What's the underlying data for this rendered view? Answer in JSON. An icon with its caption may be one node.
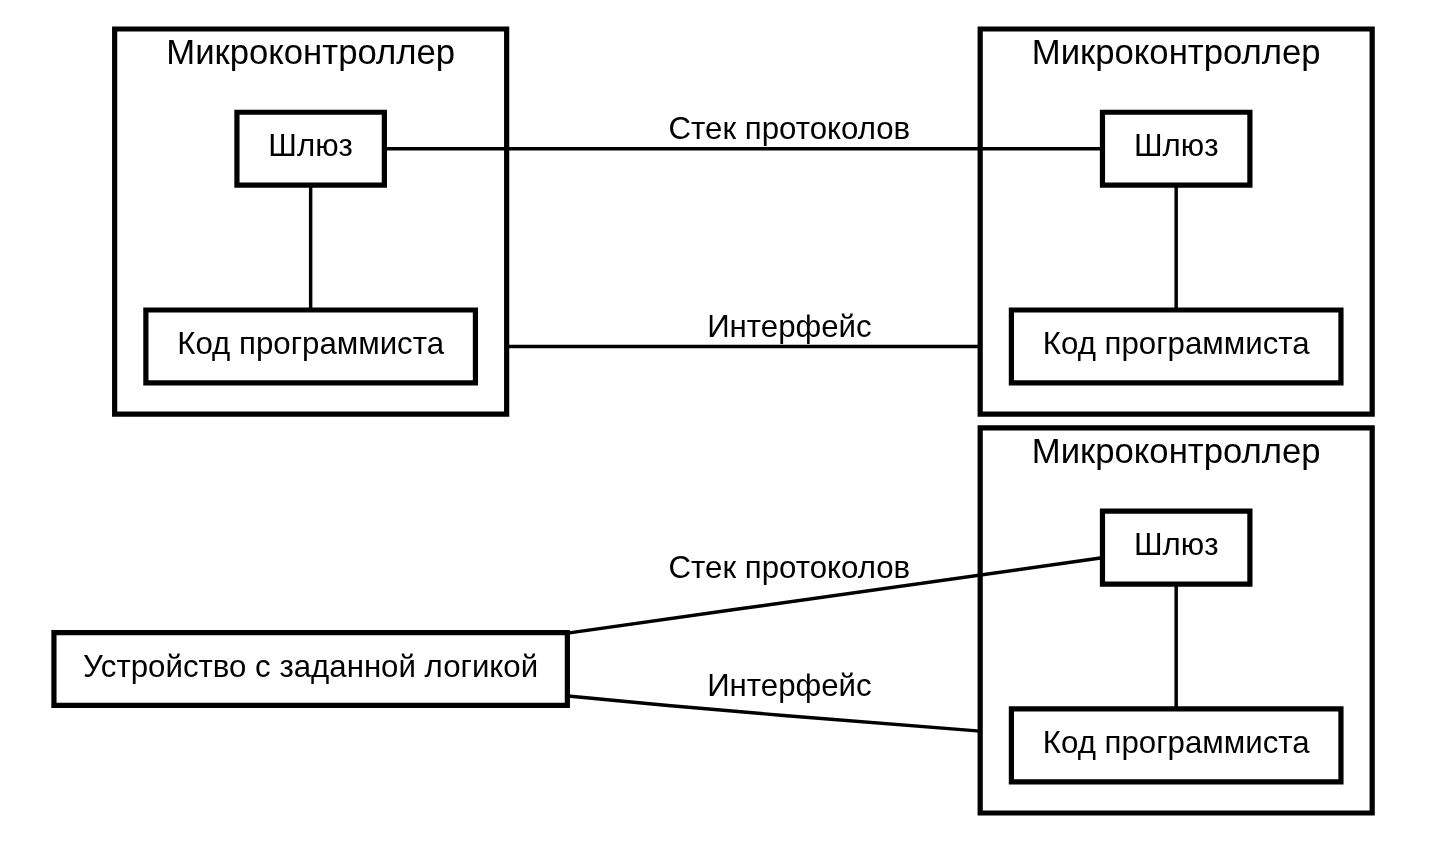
{
  "diagram": {
    "nodes": [
      {
        "text": [
          "Устройство с заданной логикой"
        ]
      },
      {
        "text": [
          "Микроконтроллер"
        ]
      },
      {
        "text": [
          "Шлюз"
        ],
        "in": 1
      },
      {
        "text": [
          "Код программиста"
        ],
        "in": 1
      },
      {
        "text": [
          "Микроконтроллер"
        ]
      },
      {
        "text": [
          "Шлюз"
        ],
        "in": 4
      },
      {
        "text": [
          "Код программиста"
        ],
        "in": 4
      },
      {
        "text": [
          "Микроконтроллер"
        ]
      },
      {
        "text": [
          "Шлюз"
        ],
        "in": 7
      },
      {
        "text": [
          "Код программиста"
        ],
        "in": 7
      }
    ],
    "edges": [
      {
        "from": 0,
        "to": 2,
        "arrow": "none",
        "label": "Стек протоколов"
      },
      {
        "from": 0,
        "to": 1,
        "arrow": "none",
        "label": "Интерфейс"
      },
      {
        "from": 2,
        "to": 3,
        "arrow": "none"
      },
      {
        "from": 5,
        "to": 8,
        "arrow": "none",
        "label": "Стек протоколов"
      },
      {
        "from": 4,
        "to": 7,
        "arrow": "none",
        "label": "Интерфейс"
      },
      {
        "from": 5,
        "to": 6,
        "arrow": "none"
      },
      {
        "from": 8,
        "to": 9,
        "arrow": "none"
      }
    ]
  }
}
